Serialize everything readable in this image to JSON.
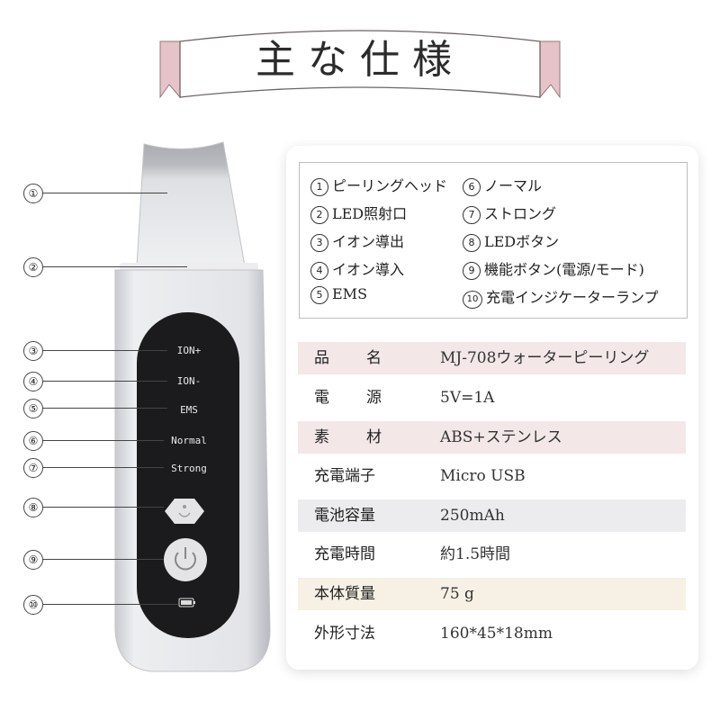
{
  "banner": {
    "title": "主な仕様"
  },
  "device": {
    "screen_labels": [
      "ION+",
      "ION-",
      "EMS",
      "Normal",
      "Strong"
    ]
  },
  "callouts": [
    "①",
    "②",
    "③",
    "④",
    "⑤",
    "⑥",
    "⑦",
    "⑧",
    "⑨",
    "⑩"
  ],
  "parts": [
    {
      "num": "1",
      "label": "ピーリングヘッド"
    },
    {
      "num": "2",
      "label": "LED照射口"
    },
    {
      "num": "3",
      "label": "イオン導出"
    },
    {
      "num": "4",
      "label": "イオン導入"
    },
    {
      "num": "5",
      "label": "EMS"
    },
    {
      "num": "6",
      "label": "ノーマル"
    },
    {
      "num": "7",
      "label": "ストロング"
    },
    {
      "num": "8",
      "label": "LEDボタン"
    },
    {
      "num": "9",
      "label": "機能ボタン(電源/モード)"
    },
    {
      "num": "10",
      "label": "充電インジケーターランプ"
    }
  ],
  "specs": [
    {
      "label_a": "品",
      "label_b": "名",
      "value": "MJ-708ウォーターピーリング",
      "bg": "#f3e7e8"
    },
    {
      "label_a": "電",
      "label_b": "源",
      "value": "5V=1A",
      "bg": "#ffffff"
    },
    {
      "label_a": "素",
      "label_b": "材",
      "value": "ABS+ステンレス",
      "bg": "#f3e7e8"
    },
    {
      "label": "充電端子",
      "value": "Micro USB",
      "bg": "#ffffff"
    },
    {
      "label": "電池容量",
      "value": "250mAh",
      "bg": "#ececee"
    },
    {
      "label": "充電時間",
      "value": "約1.5時間",
      "bg": "#ffffff"
    },
    {
      "label": "本体質量",
      "value": "75 g",
      "bg": "#f6f1e4"
    },
    {
      "label": "外形寸法",
      "value": "160*45*18mm",
      "bg": "#ffffff"
    }
  ],
  "colors": {
    "banner_pink": "#e3c2c6",
    "banner_dark_pink": "#b07d85",
    "device_body": "#e9e9ec",
    "device_screen": "#1b1b1d"
  }
}
